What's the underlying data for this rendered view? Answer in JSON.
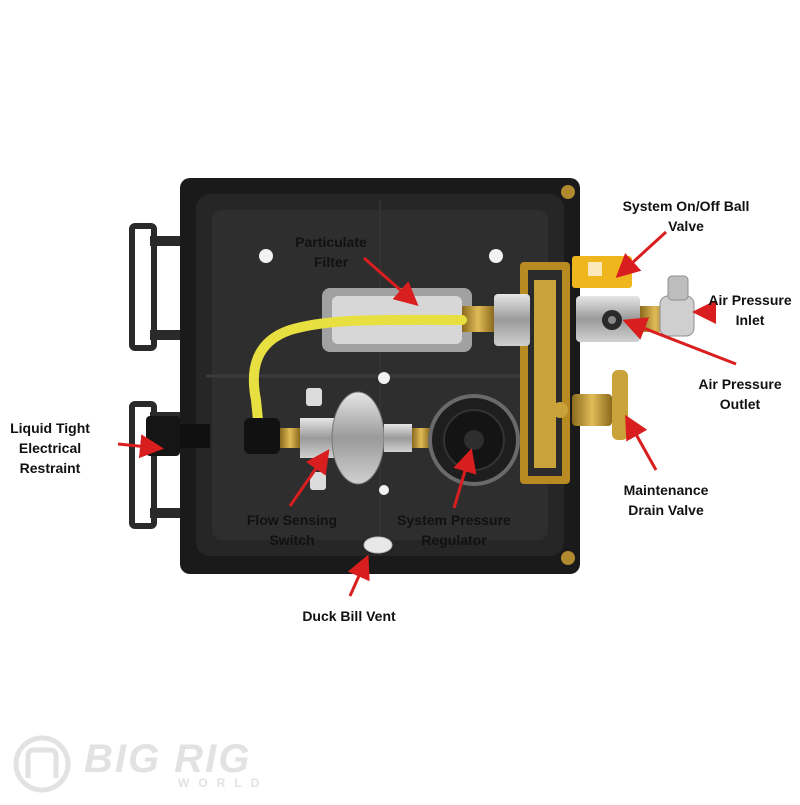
{
  "labels": {
    "ball_valve": [
      "System On/Off Ball",
      "Valve"
    ],
    "particulate_filter": [
      "Particulate",
      "Filter"
    ],
    "air_inlet": [
      "Air Pressure",
      "Inlet"
    ],
    "air_outlet": [
      "Air Pressure",
      "Outlet"
    ],
    "liquid_tight": [
      "Liquid Tight",
      "Electrical",
      "Restraint"
    ],
    "drain_valve": [
      "Maintenance",
      "Drain Valve"
    ],
    "flow_switch": [
      "Flow Sensing",
      "Switch"
    ],
    "pressure_regulator": [
      "System Pressure",
      "Regulator"
    ],
    "duck_bill": [
      "Duck Bill Vent"
    ]
  },
  "logo": {
    "main": "BIG RIG",
    "sub": "WORLD"
  },
  "colors": {
    "arrow": "#d81e1e",
    "enclosure": "#1c1c1c",
    "tubing": "#e8e040",
    "brass": "#c9a23a"
  }
}
